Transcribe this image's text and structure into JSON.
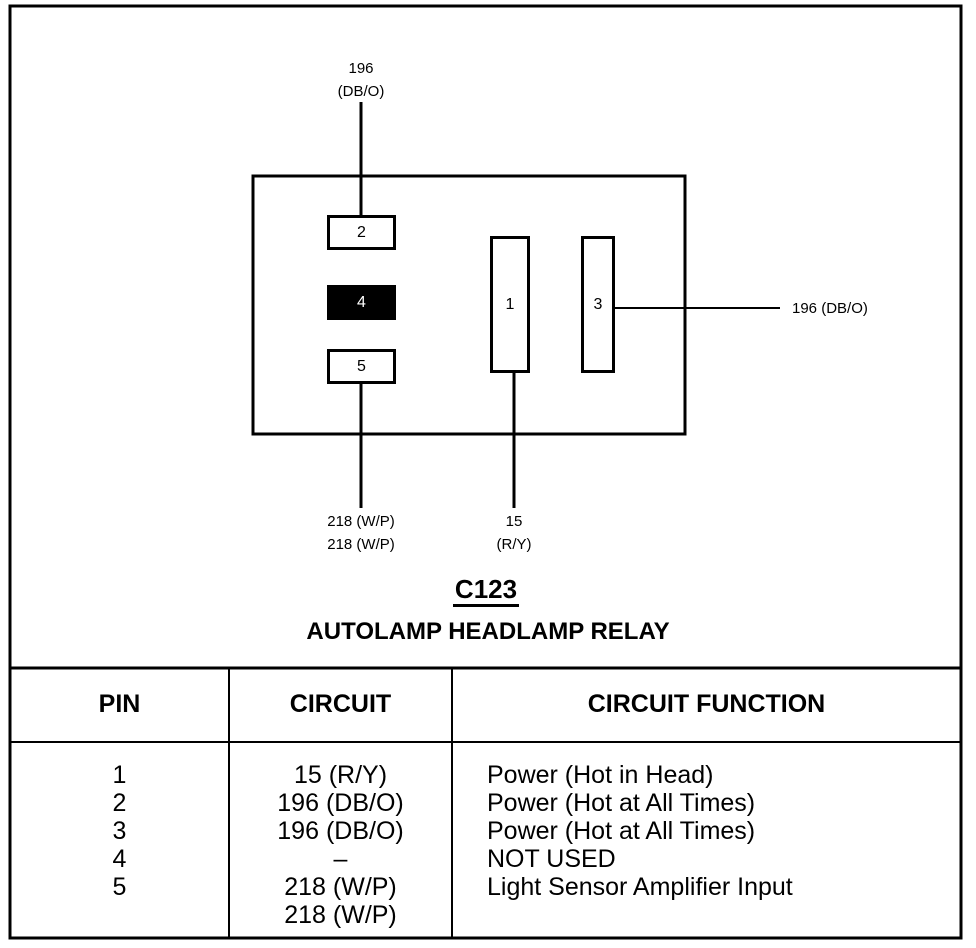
{
  "connector": {
    "id": "C123",
    "name": "AUTOLAMP HEADLAMP RELAY",
    "pins": [
      {
        "label": "2",
        "filled": false
      },
      {
        "label": "4",
        "filled": true
      },
      {
        "label": "5",
        "filled": false
      },
      {
        "label": "1",
        "filled": false
      },
      {
        "label": "3",
        "filled": false
      }
    ],
    "wire_labels": {
      "top_line1": "196",
      "top_line2": "(DB/O)",
      "right": "196 (DB/O)",
      "bottom_left_line1": "218 (W/P)",
      "bottom_left_line2": "218 (W/P)",
      "bottom_mid_line1": "15",
      "bottom_mid_line2": "(R/Y)"
    }
  },
  "table": {
    "headers": [
      "PIN",
      "CIRCUIT",
      "CIRCUIT FUNCTION"
    ],
    "rows": [
      {
        "pin": "1",
        "circuit": "15 (R/Y)",
        "function": "Power (Hot in Head)"
      },
      {
        "pin": "2",
        "circuit": "196 (DB/O)",
        "function": "Power (Hot at All Times)"
      },
      {
        "pin": "3",
        "circuit": "196 (DB/O)",
        "function": "Power (Hot at All Times)"
      },
      {
        "pin": "4",
        "circuit": "–",
        "function": "NOT USED"
      },
      {
        "pin": "5",
        "circuit": "218 (W/P)",
        "function": "Light Sensor Amplifier Input"
      },
      {
        "pin": "",
        "circuit": "218 (W/P)",
        "function": ""
      }
    ]
  }
}
